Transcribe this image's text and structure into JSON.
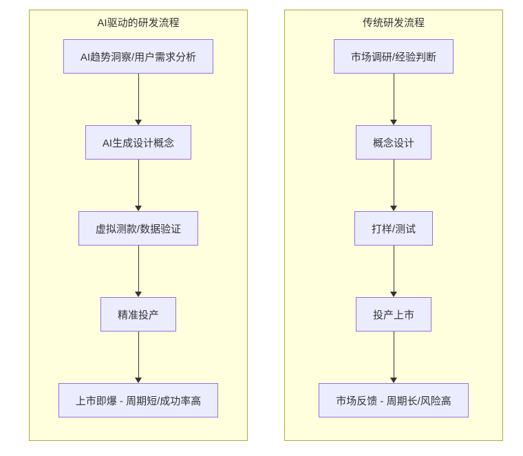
{
  "diagram": {
    "type": "flowchart-comparison",
    "colors": {
      "panel_bg": "#ffffde",
      "panel_border": "#aaaa33",
      "node_bg": "#ececff",
      "node_border": "#9370db",
      "arrow": "#333333",
      "text": "#333333"
    },
    "panels": [
      {
        "title": "AI驱动的研发流程",
        "steps": [
          "AI趋势洞察/用户需求分析",
          "AI生成设计概念",
          "虚拟测款/数据验证",
          "精准投产",
          "上市即爆 - 周期短/成功率高"
        ]
      },
      {
        "title": "传统研发流程",
        "steps": [
          "市场调研/经验判断",
          "概念设计",
          "打样/测试",
          "投产上市",
          "市场反馈 - 周期长/风险高"
        ]
      }
    ]
  }
}
